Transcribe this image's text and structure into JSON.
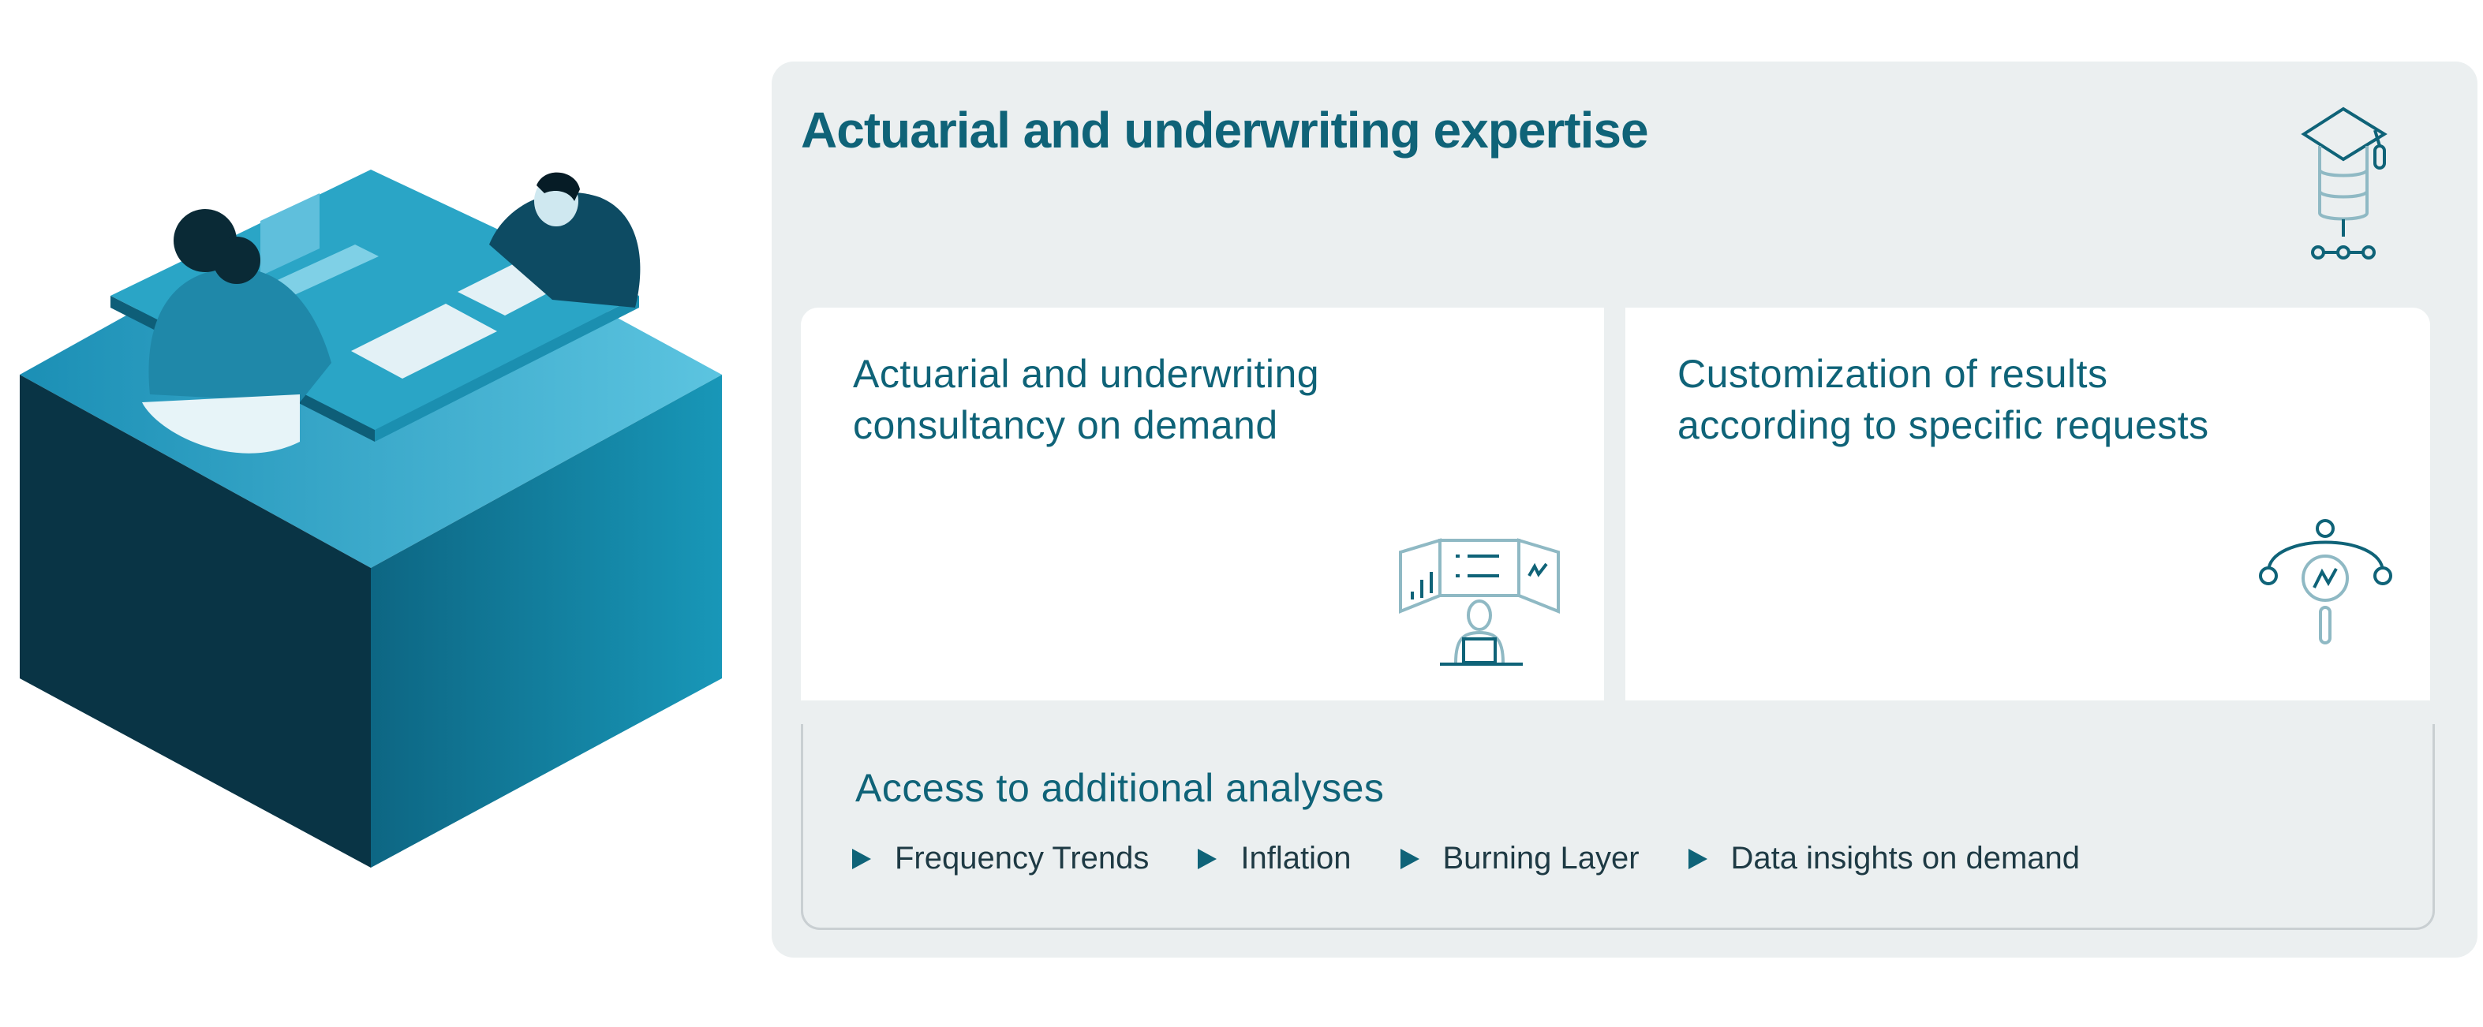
{
  "title": "Actuarial and underwriting expertise",
  "cards": [
    {
      "line1": "Actuarial and underwriting",
      "line2": "consultancy on demand",
      "icon": "analyst-dashboard-icon"
    },
    {
      "line1": "Customization of results",
      "line2": "according to specific requests",
      "icon": "search-chart-icon"
    }
  ],
  "additional": {
    "heading": "Access to additional analyses",
    "items": [
      "Frequency Trends",
      "Inflation",
      "Burning Layer",
      "Data insights on demand"
    ]
  },
  "colors": {
    "accent": "#0f6378",
    "panel": "#ebeff0",
    "icon_light": "#8fb9c4"
  }
}
